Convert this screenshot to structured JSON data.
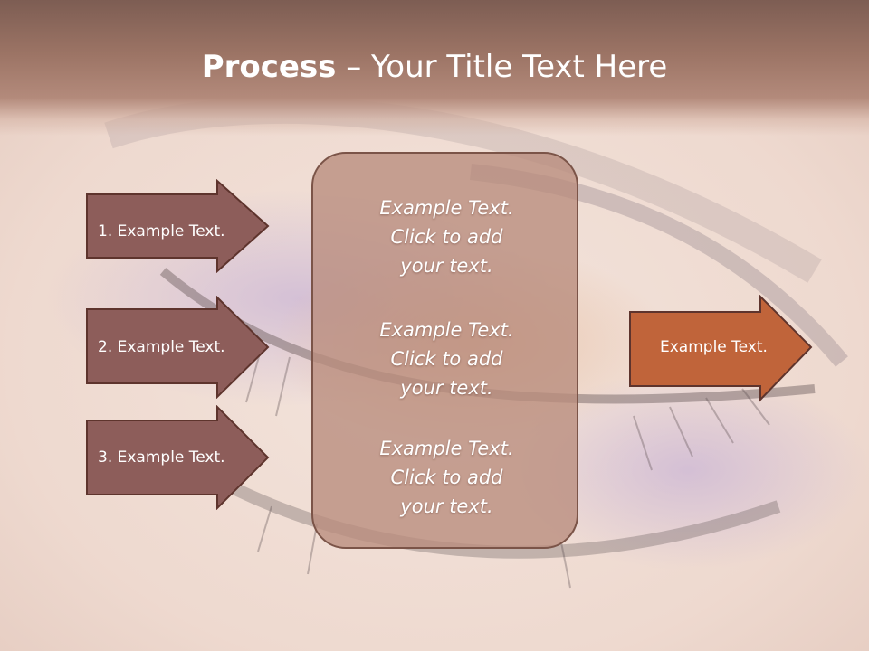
{
  "title": {
    "bold": "Process",
    "rest": " – Your Title Text Here"
  },
  "left_arrows": [
    {
      "label": "1. Example Text."
    },
    {
      "label": "2. Example Text."
    },
    {
      "label": "3. Example Text."
    }
  ],
  "center_box": {
    "paragraphs": [
      {
        "line1": "Example Text.",
        "line2": "Click  to add",
        "line3": "your text."
      },
      {
        "line1": "Example Text.",
        "line2": "Click  to add",
        "line3": "your text."
      },
      {
        "line1": "Example Text.",
        "line2": "Click  to add",
        "line3": "your text."
      }
    ]
  },
  "right_arrow": {
    "label": "Example Text."
  },
  "colors": {
    "title_band": "#9c7465",
    "left_arrow_fill": "#8d5d5a",
    "arrow_border": "#5e342d",
    "center_box_fill": "#b88c7c",
    "right_arrow_fill": "#c0643a"
  }
}
